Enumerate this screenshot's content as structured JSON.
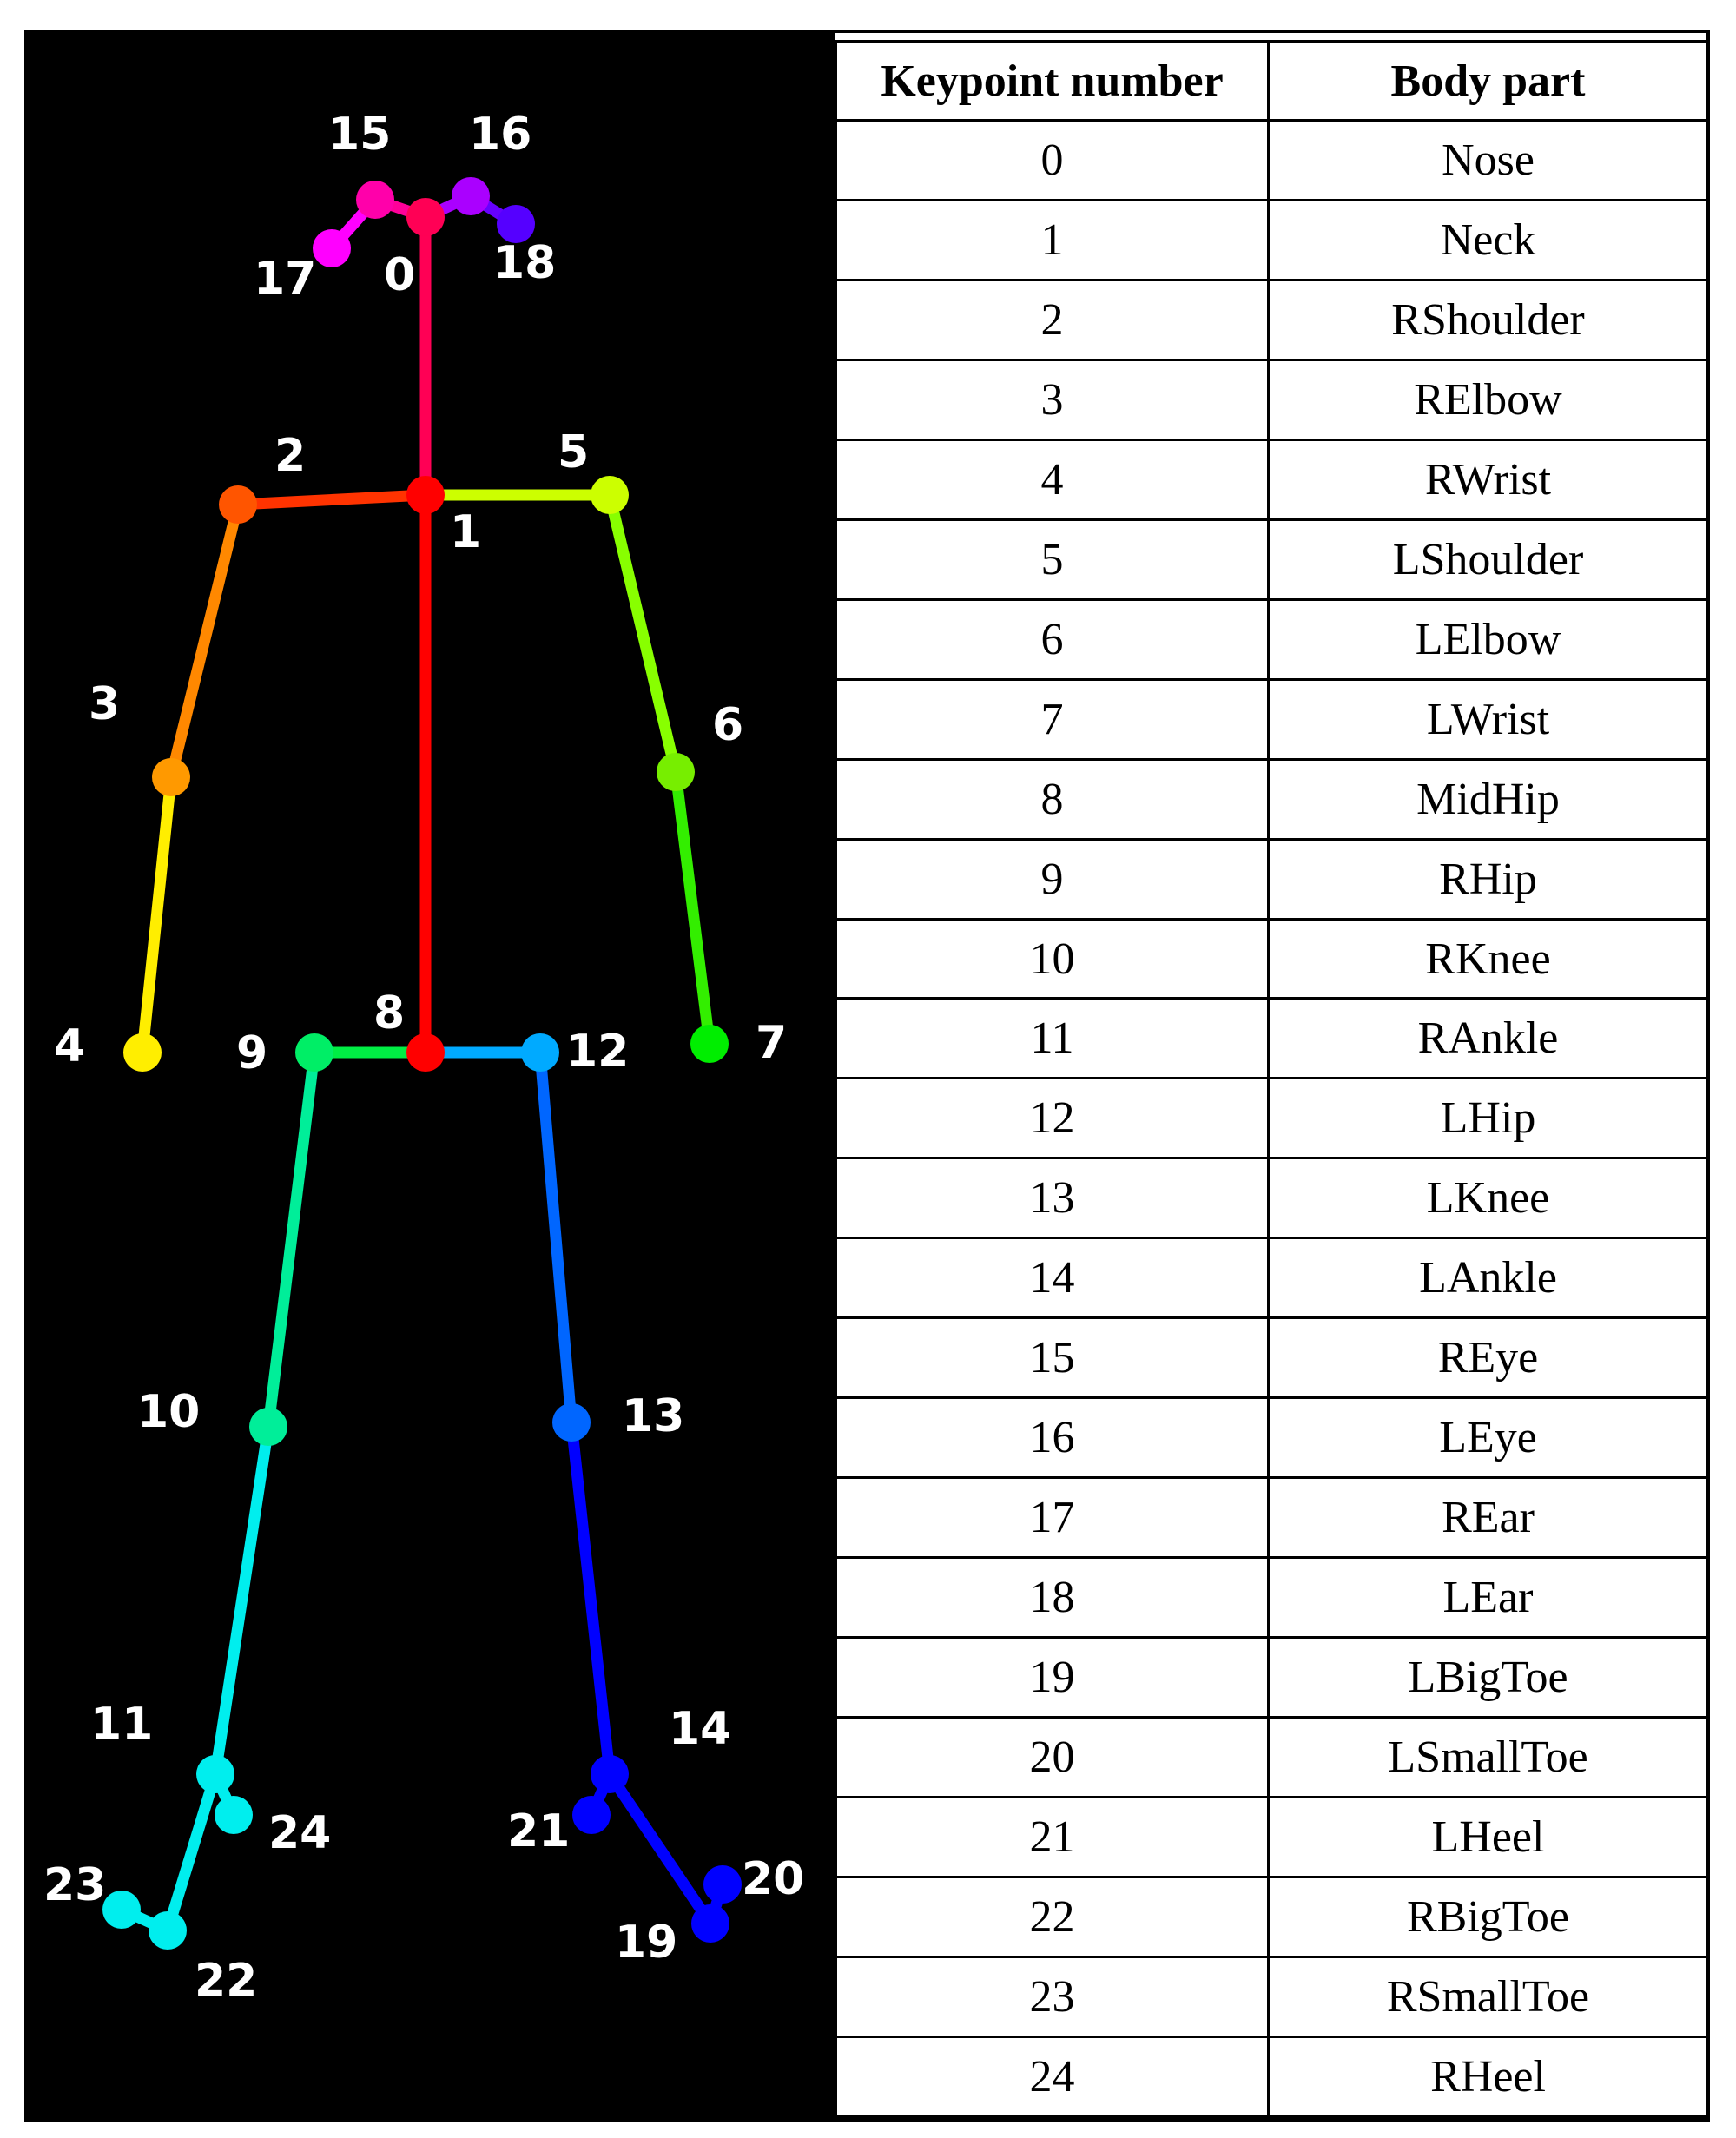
{
  "table": {
    "headers": [
      "Keypoint number",
      "Body part"
    ],
    "rows": [
      [
        "0",
        "Nose"
      ],
      [
        "1",
        "Neck"
      ],
      [
        "2",
        "RShoulder"
      ],
      [
        "3",
        "RElbow"
      ],
      [
        "4",
        "RWrist"
      ],
      [
        "5",
        "LShoulder"
      ],
      [
        "6",
        "LElbow"
      ],
      [
        "7",
        "LWrist"
      ],
      [
        "8",
        "MidHip"
      ],
      [
        "9",
        "RHip"
      ],
      [
        "10",
        "RKnee"
      ],
      [
        "11",
        "RAnkle"
      ],
      [
        "12",
        "LHip"
      ],
      [
        "13",
        "LKnee"
      ],
      [
        "14",
        "LAnkle"
      ],
      [
        "15",
        "REye"
      ],
      [
        "16",
        "LEye"
      ],
      [
        "17",
        "REar"
      ],
      [
        "18",
        "LEar"
      ],
      [
        "19",
        "LBigToe"
      ],
      [
        "20",
        "LSmallToe"
      ],
      [
        "21",
        "LHeel"
      ],
      [
        "22",
        "RBigToe"
      ],
      [
        "23",
        "RSmallToe"
      ],
      [
        "24",
        "RHeel"
      ]
    ]
  },
  "skeleton": {
    "keypoints": [
      {
        "id": "0",
        "color": "#ff0055"
      },
      {
        "id": "1",
        "color": "#ff0000"
      },
      {
        "id": "2",
        "color": "#ff5500"
      },
      {
        "id": "3",
        "color": "#ff9900"
      },
      {
        "id": "4",
        "color": "#ffee00"
      },
      {
        "id": "5",
        "color": "#ccff00"
      },
      {
        "id": "6",
        "color": "#77ee00"
      },
      {
        "id": "7",
        "color": "#00ee00"
      },
      {
        "id": "8",
        "color": "#ff0000"
      },
      {
        "id": "9",
        "color": "#00ee66"
      },
      {
        "id": "10",
        "color": "#00ee99"
      },
      {
        "id": "11",
        "color": "#00eeee"
      },
      {
        "id": "12",
        "color": "#00aaff"
      },
      {
        "id": "13",
        "color": "#0066ff"
      },
      {
        "id": "14",
        "color": "#0000ff"
      },
      {
        "id": "15",
        "color": "#ff00aa"
      },
      {
        "id": "16",
        "color": "#aa00ff"
      },
      {
        "id": "17",
        "color": "#ff00ff"
      },
      {
        "id": "18",
        "color": "#5500ff"
      },
      {
        "id": "19",
        "color": "#0000ff"
      },
      {
        "id": "20",
        "color": "#0000ff"
      },
      {
        "id": "21",
        "color": "#0000ff"
      },
      {
        "id": "22",
        "color": "#00eeee"
      },
      {
        "id": "23",
        "color": "#00eeee"
      },
      {
        "id": "24",
        "color": "#00eeee"
      }
    ],
    "bones": [
      {
        "from": "0",
        "to": "1",
        "color": "#ff0055"
      },
      {
        "from": "1",
        "to": "2",
        "color": "#ff3300"
      },
      {
        "from": "2",
        "to": "3",
        "color": "#ff8800"
      },
      {
        "from": "3",
        "to": "4",
        "color": "#ffee00"
      },
      {
        "from": "1",
        "to": "5",
        "color": "#ccff00"
      },
      {
        "from": "5",
        "to": "6",
        "color": "#88ff00"
      },
      {
        "from": "6",
        "to": "7",
        "color": "#33ee00"
      },
      {
        "from": "1",
        "to": "8",
        "color": "#ff0000"
      },
      {
        "from": "8",
        "to": "9",
        "color": "#00ee44"
      },
      {
        "from": "9",
        "to": "10",
        "color": "#00ee99"
      },
      {
        "from": "10",
        "to": "11",
        "color": "#00eeee"
      },
      {
        "from": "8",
        "to": "12",
        "color": "#00aaff"
      },
      {
        "from": "12",
        "to": "13",
        "color": "#0066ff"
      },
      {
        "from": "13",
        "to": "14",
        "color": "#0000ff"
      },
      {
        "from": "0",
        "to": "15",
        "color": "#ff0099"
      },
      {
        "from": "15",
        "to": "17",
        "color": "#ff00ff"
      },
      {
        "from": "0",
        "to": "16",
        "color": "#aa00ff"
      },
      {
        "from": "16",
        "to": "18",
        "color": "#6600ff"
      },
      {
        "from": "14",
        "to": "19",
        "color": "#0000ff"
      },
      {
        "from": "19",
        "to": "20",
        "color": "#0000ff"
      },
      {
        "from": "14",
        "to": "21",
        "color": "#0000ff"
      },
      {
        "from": "11",
        "to": "22",
        "color": "#00eeee"
      },
      {
        "from": "22",
        "to": "23",
        "color": "#00eeee"
      },
      {
        "from": "11",
        "to": "24",
        "color": "#00eeee"
      }
    ]
  }
}
